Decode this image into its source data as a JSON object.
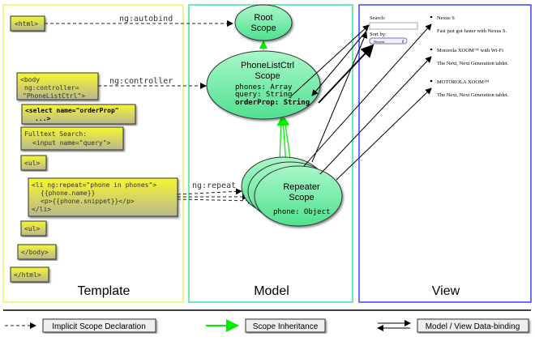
{
  "panels": {
    "template": "Template",
    "model": "Model",
    "view": "View"
  },
  "colors": {
    "template_border": "#f0f060",
    "model_border": "#40e0a0",
    "view_border": "#4040ff",
    "box_fill": "#f4f430",
    "ellipse_fill": "#7ef0b0",
    "inheritance": "#00ee00"
  },
  "template_boxes": {
    "html": "<html>",
    "body": [
      "<body",
      "ng:controller=",
      "\"PhoneListCtrl\">"
    ],
    "select": [
      "<select name=\"orderProp\"",
      "...>"
    ],
    "search": [
      "Fulltext Search:",
      "<input name=\"query\">"
    ],
    "ul_open": "<ul>",
    "li": [
      "<li ng:repeat=\"phone in phones\">",
      "{{phone.name}}",
      "<p>{{phone.snippet}}</p>",
      "</li>"
    ],
    "ul_close": "<ul>",
    "body_close": "</body>",
    "html_close": "</html>"
  },
  "edges": {
    "autobind": "ng:autobind",
    "controller": "ng:controller",
    "repeat": "ng:repeat"
  },
  "scopes": {
    "root": [
      "Root",
      "Scope"
    ],
    "phonelist": {
      "title": [
        "PhoneListCtrl",
        "Scope"
      ],
      "props": [
        "phones: Array",
        "query: String",
        "orderProp: String"
      ]
    },
    "repeater": {
      "title": [
        "Repeater",
        "Scope"
      ],
      "props": [
        "phone: Object"
      ]
    }
  },
  "view": {
    "search_label": "Search:",
    "search_value": "",
    "sort_label": "Sort by:",
    "sort_value": "Newest",
    "phones": [
      {
        "name": "Nexus S",
        "snippet": "Fast just got faster with Nexus S."
      },
      {
        "name": "Motorola XOOM™  with Wi-Fi",
        "snippet": "The Next, Next Generation tablet."
      },
      {
        "name": "MOTOROLA XOOM™",
        "snippet": "The Next, Next Generation tablet."
      }
    ]
  },
  "legend": {
    "implicit": "Implicit Scope Declaration",
    "inheritance": "Scope Inheritance",
    "binding": "Model / View Data-binding"
  }
}
